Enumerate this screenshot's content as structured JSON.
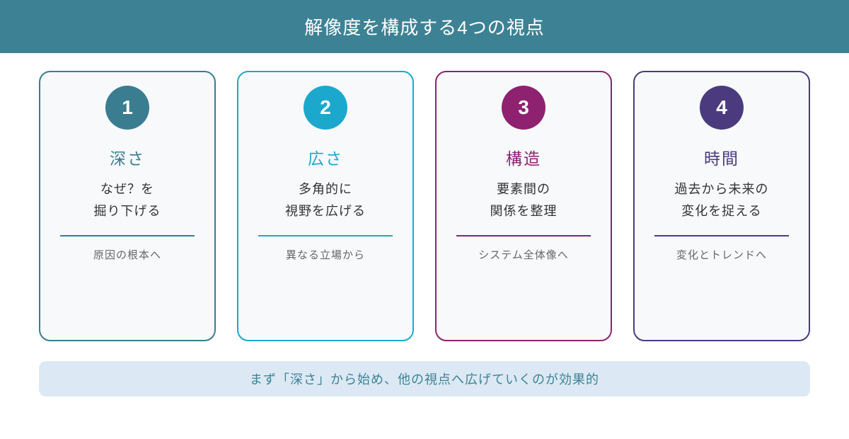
{
  "header": {
    "title": "解像度を構成する4つの視点",
    "bg_color": "#3d8294",
    "text_color": "#ffffff"
  },
  "cards": [
    {
      "number": "1",
      "title": "深さ",
      "desc_line1": "なぜ？を",
      "desc_line2": "掘り下げる",
      "subtext": "原因の根本へ",
      "accent": "#3a7d90"
    },
    {
      "number": "2",
      "title": "広さ",
      "desc_line1": "多角的に",
      "desc_line2": "視野を広げる",
      "subtext": "異なる立場から",
      "accent": "#1ca8cd"
    },
    {
      "number": "3",
      "title": "構造",
      "desc_line1": "要素間の",
      "desc_line2": "関係を整理",
      "subtext": "システム全体像へ",
      "accent": "#8e2170"
    },
    {
      "number": "4",
      "title": "時間",
      "desc_line1": "過去から未来の",
      "desc_line2": "変化を捉える",
      "subtext": "変化とトレンドへ",
      "accent": "#4b3b7e"
    }
  ],
  "footer": {
    "note": "まず「深さ」から始め、他の視点へ広げていくのが効果的",
    "bg_color": "#dce9f5",
    "text_color": "#3d8294"
  },
  "card_bg_color": "#f7f9fb"
}
